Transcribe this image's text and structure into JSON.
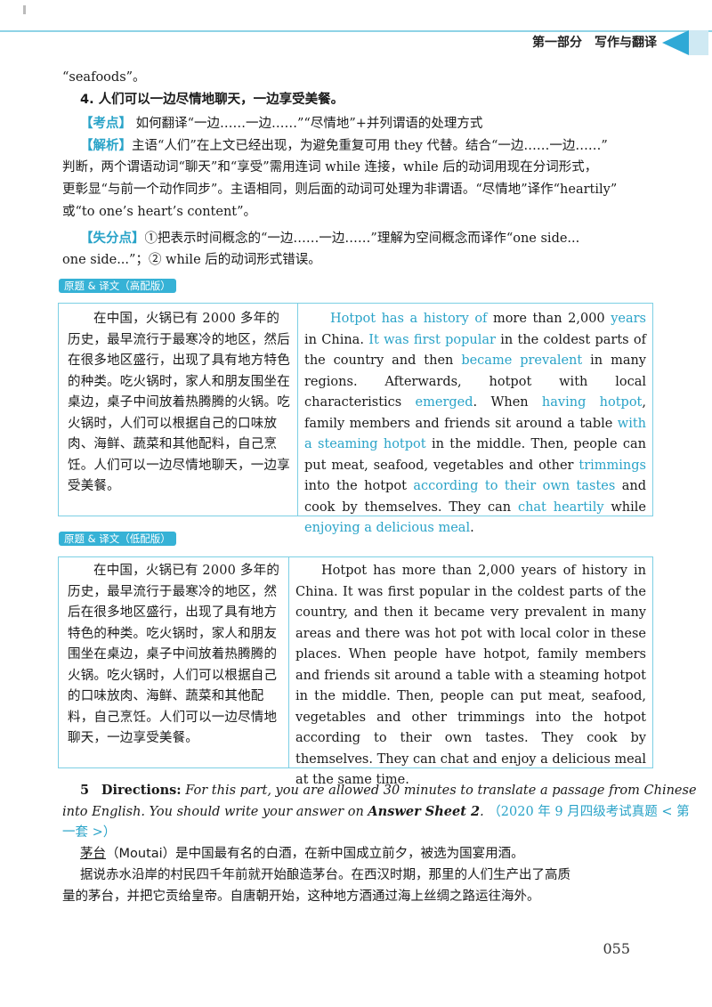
{
  "header": {
    "section_label": "第一部分　写作与翻译"
  },
  "intro": {
    "line1": "“seafoods”。",
    "item4_title": "4. 人们可以一边尽情地聊天，一边享受美餐。",
    "kaodian_label": "考点",
    "kaodian_text": "如何翻译“一边……一边……”“尽情地”+并列谓语的处理方式",
    "jiexi_label": "解析",
    "jiexi_line1": "主语“人们”在上文已经出现，为避免重复可用 they 代替。结合“一边……一边……”",
    "jiexi_line2": "判断，两个谓语动词“聊天”和“享受”需用连词 while 连接，while 后的动词用现在分词形式，",
    "jiexi_line3": "更彰显“与前一个动作同步”。主语相同，则后面的动词可处理为非谓语。“尽情地”译作“heartily”",
    "jiexi_line4": "或“to one’s heart’s content”。",
    "shifen_label": "失分点",
    "shifen_line1": "①把表示时间概念的“一边……一边……”理解为空间概念而译作“one side...",
    "shifen_line2": "one side...”；② while 后的动词形式错误。"
  },
  "high_version": {
    "tag": "原题 & 译文（高配版）",
    "chinese": "在中国，火锅已有 2000 多年的历史，最早流行于最寒冷的地区，然后在很多地区盛行，出现了具有地方特色的种类。吃火锅时，家人和朋友围坐在桌边，桌子中间放着热腾腾的火锅。吃火锅时，人们可以根据自己的口味放肉、海鲜、蔬菜和其他配料，自己烹饪。人们可以一边尽情地聊天，一边享受美餐。",
    "english_segments": [
      {
        "t": "Hotpot has a history of",
        "hl": true
      },
      {
        "t": " more than 2,000 ",
        "hl": false
      },
      {
        "t": "years",
        "hl": true
      },
      {
        "t": " in China. ",
        "hl": false
      },
      {
        "t": "It was first popular",
        "hl": true
      },
      {
        "t": " in the coldest parts of the country and then ",
        "hl": false
      },
      {
        "t": "became prevalent",
        "hl": true
      },
      {
        "t": " in many regions. Afterwards, hotpot with local characteristics ",
        "hl": false
      },
      {
        "t": "emerged",
        "hl": true
      },
      {
        "t": ". When ",
        "hl": false
      },
      {
        "t": "having hotpot",
        "hl": true
      },
      {
        "t": ", family members and friends sit around a table ",
        "hl": false
      },
      {
        "t": "with a steaming hotpot",
        "hl": true
      },
      {
        "t": " in the middle. Then, people can put meat, seafood, vegetables and other ",
        "hl": false
      },
      {
        "t": "trimmings",
        "hl": true
      },
      {
        "t": " into the hotpot ",
        "hl": false
      },
      {
        "t": "according to their own tastes",
        "hl": true
      },
      {
        "t": " and cook by themselves. They can ",
        "hl": false
      },
      {
        "t": "chat heartily",
        "hl": true
      },
      {
        "t": " while ",
        "hl": false
      },
      {
        "t": "enjoying a delicious meal",
        "hl": true
      },
      {
        "t": ".",
        "hl": false
      }
    ]
  },
  "low_version": {
    "tag": "原题 & 译文（低配版）",
    "chinese": "在中国，火锅已有 2000 多年的历史，最早流行于最寒冷的地区，然后在很多地区盛行，出现了具有地方特色的种类。吃火锅时，家人和朋友围坐在桌边，桌子中间放着热腾腾的火锅。吃火锅时，人们可以根据自己的口味放肉、海鲜、蔬菜和其他配料，自己烹饪。人们可以一边尽情地聊天，一边享受美餐。",
    "english": "Hotpot has more than 2,000 years of history in China. It was first popular in the coldest parts of the country, and then it became very prevalent in many areas and there was hot pot with local color in these places. When people have hotpot, family members and friends sit around a table with a steaming hotpot in the middle. Then, people can put meat, seafood, vegetables and other trimmings into the hotpot according to their own tastes. They cook by themselves. They can chat and enjoy a delicious meal at the same time."
  },
  "item5": {
    "number": "5",
    "directions_label": "Directions:",
    "directions_text_line1": "For this part, you are allowed 30 minutes to translate a passage from Chinese",
    "directions_text_line2a": "into English. You should write your answer on ",
    "answer_sheet": "Answer Sheet 2",
    "source_line1": "（2020 年 9 月四级考试真题 < 第",
    "source_line2": "一套 >）",
    "passage_term": "茅台",
    "passage_line1": "（Moutai）是中国最有名的白酒，在新中国成立前夕，被选为国宴用酒。",
    "passage_line2": "据说赤水沿岸的村民四千年前就开始酿造茅台。在西汉时期，那里的人们生产出了高质",
    "passage_line3": "量的茅台，并把它贡给皇帝。自唐朝开始，这种地方酒通过海上丝绸之路运往海外。"
  },
  "page_number": "055",
  "colors": {
    "accent": "#29a3c8",
    "tag_bg": "#36b2d6",
    "border": "#7ccfe4"
  }
}
